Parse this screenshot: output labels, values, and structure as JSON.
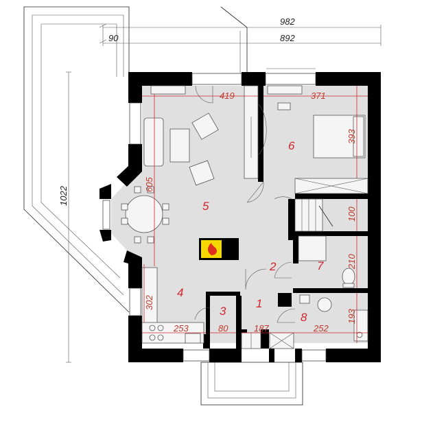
{
  "dimensions": {
    "overall_982": "982",
    "overall_892": "892",
    "terrace_90": "90",
    "height_1022": "1022",
    "d_419": "419",
    "d_371": "371",
    "d_393": "393",
    "d_605": "605",
    "d_100": "100",
    "d_210": "210",
    "d_302": "302",
    "d_253": "253",
    "d_80": "80",
    "d_187": "187",
    "d_252": "252",
    "d_193": "193"
  },
  "rooms": {
    "r1": "1",
    "r2": "2",
    "r3": "3",
    "r4": "4",
    "r5": "5",
    "r6": "6",
    "r7": "7",
    "r8": "8"
  },
  "colors": {
    "dimension": "#c0392b",
    "wall": "#000000",
    "floor": "#e0e0e0",
    "fireplace": "#f5d800"
  }
}
